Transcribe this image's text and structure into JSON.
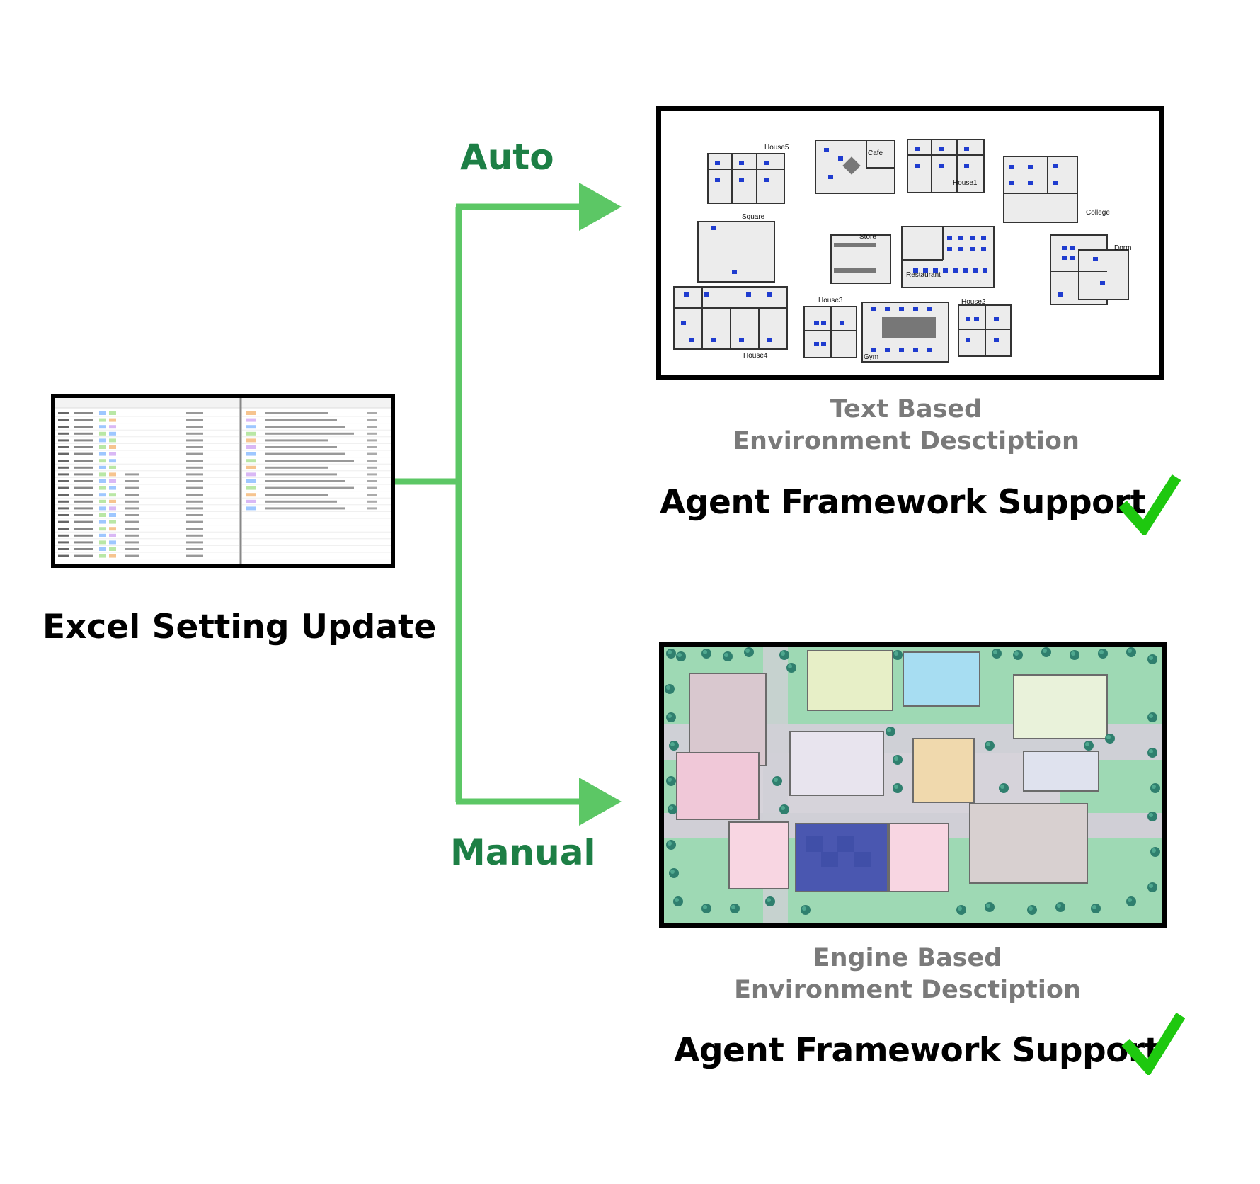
{
  "source": {
    "title": "Excel Setting Update"
  },
  "branches": {
    "auto_label": "Auto",
    "manual_label": "Manual"
  },
  "text_env": {
    "caption_line1": "Text Based",
    "caption_line2": "Environment Desctiption",
    "support": "Agent Framework Support",
    "map_labels": [
      "House5",
      "Cafe",
      "House1",
      "College",
      "Square",
      "Store",
      "Restaurant",
      "Dorm",
      "House3",
      "House2",
      "House4",
      "Gym"
    ]
  },
  "engine_env": {
    "caption_line1": "Engine Based",
    "caption_line2": "Environment Desctiption",
    "support": "Agent Framework Support"
  },
  "colors": {
    "arrow": "#5cc765",
    "label_green": "#1d7f45",
    "check": "#1ec80f",
    "caption_gray": "#7a7a7a"
  }
}
